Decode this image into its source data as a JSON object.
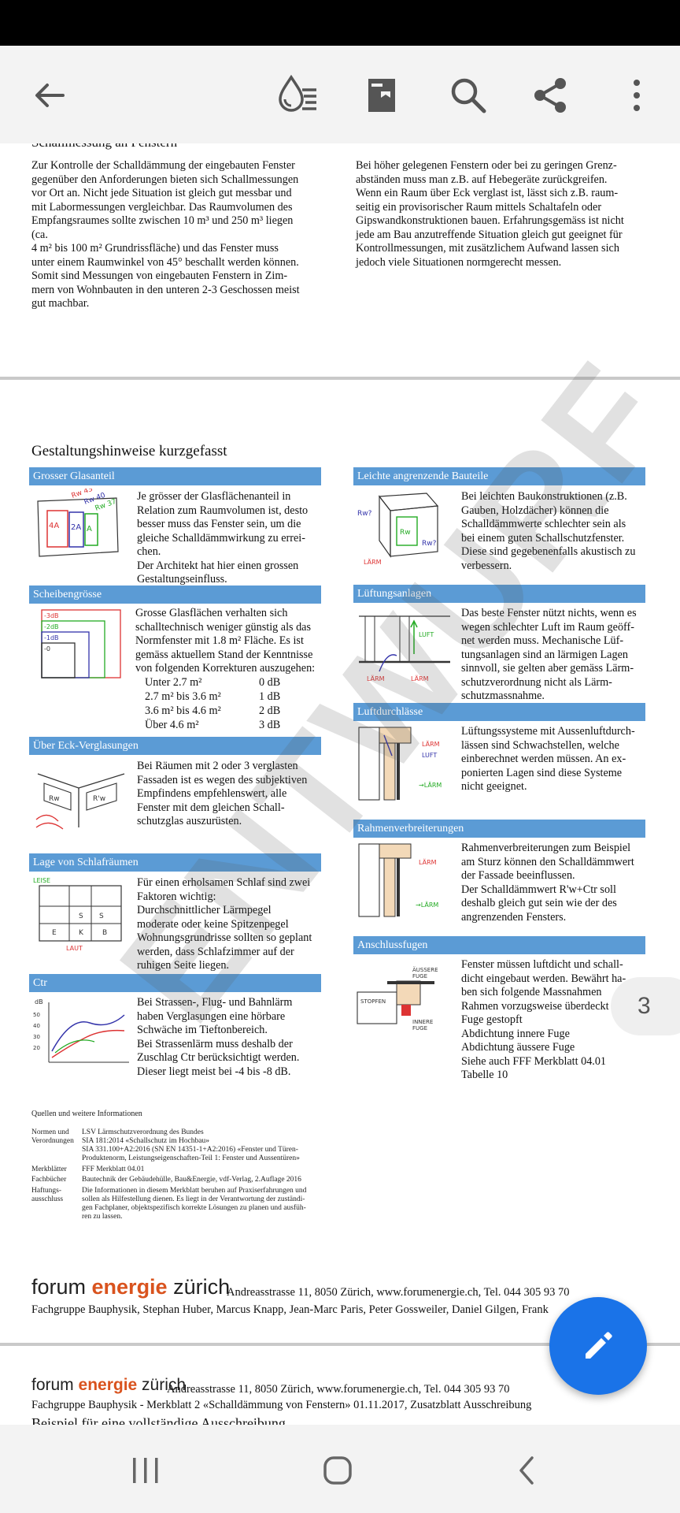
{
  "toolbar": {
    "back_icon": "arrow-left-icon",
    "reading_mode_icon": "text-reflow-icon",
    "bookmark_icon": "bookmark-page-icon",
    "search_icon": "search-icon",
    "share_icon": "share-icon",
    "more_icon": "more-vertical-icon"
  },
  "page_top": {
    "cut_heading": "Schallmessung an Fenstern",
    "left_text": "Zur Kontrolle der Schalldämmung der eingebauten Fenster\ngegenüber den Anforderungen bieten sich Schallmessungen\nvor Ort an. Nicht jede Situation ist gleich gut messbar und\nmit Labormessungen vergleichbar. Das Raumvolumen des\nEmpfangsraumes sollte zwischen 10 m³ und 250 m³ liegen\n(ca.\n4 m² bis 100 m² Grundrissfläche) und das Fenster muss\nunter einem Raumwinkel von 45° beschallt werden können.\nSomit sind Messungen von eingebauten Fenstern in Zim-\nmern von Wohnbauten in den unteren 2-3 Geschossen meist\ngut machbar.",
    "right_text": "Bei höher gelegenen Fenstern oder bei zu geringen Grenz-\nabständen muss man z.B. auf Hebegeräte zurückgreifen.\nWenn ein Raum über Eck verglast ist, lässt sich z.B. raum-\nseitig ein provisorischer Raum mittels Schaltafeln oder\nGipswandkonstruktionen bauen. Erfahrungsgemäss ist nicht\njede am Bau anzutreffende Situation gleich gut geeignet für\nKontrollmessungen, mit zusätzlichem Aufwand lassen sich\njedoch viele Situationen normgerecht messen."
  },
  "page_main": {
    "title": "Gestaltungshinweise kurzgefasst",
    "watermark": "ENTWURF",
    "left_sections": [
      {
        "header": "Grosser Glasanteil",
        "text": "Je grösser der Glasflächenanteil in\nRelation zum Raumvolumen ist, desto\nbesser muss das Fenster sein, um die\ngleiche Schalldämmwirkung zu errei-\nchen.\nDer Architekt hat hier einen grossen\nGestaltungseinfluss."
      },
      {
        "header": "Scheibengrösse",
        "text": "Grosse Glasflächen verhalten sich\nschalltechnisch weniger günstig als das\nNormfenster mit 1.8 m² Fläche. Es ist\ngemäss aktuellem Stand der Kenntnisse\nvon folgenden Korrekturen auszugehen:"
      },
      {
        "header": "Über Eck-Verglasungen",
        "text": "Bei Räumen mit 2 oder 3 verglasten\nFassaden ist es wegen des subjektiven\nEmpfindens empfehlenswert, alle\nFenster mit dem gleichen Schall-\nschutzglas auszurüsten."
      },
      {
        "header": "Lage von Schlafräumen",
        "text": "Für einen erholsamen Schlaf sind zwei\nFaktoren wichtig:\n   Durchschnittlicher Lärmpegel\n   moderate oder keine Spitzenpegel\nWohnungsgrundrisse sollten so geplant\nwerden, dass Schlafzimmer auf der\nruhigen Seite liegen."
      },
      {
        "header": "Ctr",
        "text": "Bei Strassen-, Flug- und Bahnlärm\nhaben Verglasungen eine hörbare\nSchwäche im Tieftonbereich.\nBei Strassenlärm muss deshalb der\nZuschlag Ctr berücksichtigt werden.\nDieser liegt meist bei -4 bis -8 dB."
      }
    ],
    "correction_table": [
      {
        "range": "Unter 2.7 m²",
        "value": "0 dB"
      },
      {
        "range": "2.7 m² bis 3.6 m²",
        "value": "1 dB"
      },
      {
        "range": "3.6 m² bis 4.6 m²",
        "value": "2 dB"
      },
      {
        "range": "Über 4.6 m²",
        "value": "3 dB"
      }
    ],
    "right_sections": [
      {
        "header": "Leichte angrenzende Bauteile",
        "text": "Bei leichten Baukonstruktionen (z.B.\nGauben, Holzdächer) können die\nSchalldämmwerte schlechter sein als\nbei einem guten Schallschutzfenster.\nDiese sind gegebenenfalls akustisch zu\nverbessern."
      },
      {
        "header": "Lüftungsanlagen",
        "text": "Das beste Fenster nützt nichts, wenn es\nwegen schlechter Luft im Raum geöff-\nnet werden muss. Mechanische Lüf-\ntungsanlagen sind an lärmigen Lagen\nsinnvoll, sie gelten aber gemäss Lärm-\nschutzverordnung nicht als Lärm-\nschutzmassnahme."
      },
      {
        "header": "Luftdurchlässe",
        "text": "Lüftungssysteme mit Aussenluftdurch-\nlässen sind Schwachstellen, welche\neinberechnet werden müssen. An ex-\nponierten Lagen sind diese Systeme\nnicht geeignet."
      },
      {
        "header": "Rahmenverbreiterungen",
        "text": "Rahmenverbreiterungen zum Beispiel\nam Sturz können den Schalldämmwert\nder Fassade beeinflussen.\nDer Schalldämmwert R'w+Ctr soll\ndeshalb gleich gut sein wie der des\nangrenzenden Fensters."
      },
      {
        "header": "Anschlussfugen",
        "text": "Fenster müssen luftdicht und schall-\ndicht eingebaut werden. Bewährt ha-\nben sich folgende Massnahmen\n   Rahmen vorzugsweise überdeckt\n   Fuge gestopft\n   Abdichtung innere Fuge\n   Abdichtung äussere Fuge\nSiehe auch FFF Merkblatt 04.01\nTabelle 10"
      }
    ],
    "sources_title": "Quellen und weitere Informationen",
    "sources": [
      {
        "label": "Normen und\nVerordnungen",
        "text": "LSV Lärmschutzverordnung des Bundes\nSIA 181:2014 «Schallschutz im Hochbau»\nSIA 331.100+A2:2016 (SN EN 14351-1+A2:2016) «Fenster und Türen-\nProduktenorm, Leistungseigenschaften-Teil 1: Fenster und Aussentüren»"
      },
      {
        "label": "Merkblätter",
        "text": "FFF Merkblatt 04.01"
      },
      {
        "label": "Fachbücher",
        "text": "Bautechnik der Gebäudehülle, Bau&Energie, vdf-Verlag, 2.Auflage 2016"
      },
      {
        "label": "Haftungs-\nausschluss",
        "text": "Die Informationen in diesem Merkblatt beruhen auf Praxiserfahrungen und\nsollen als Hilfestellung dienen. Es liegt in der Verantwortung der zuständi-\ngen Fachplaner, objektspezifisch korrekte Lösungen zu planen und ausfüh-\nren zu lassen."
      }
    ],
    "footer_logo": {
      "a": "forum ",
      "b": "energie",
      "c": " zürich"
    },
    "footer_address": "Andreasstrasse 11, 8050 Zürich, www.forumenergie.ch, Tel. 044 305 93 70",
    "footer_authors": "Fachgruppe Bauphysik, Stephan Huber, Marcus Knapp, Jean-Marc Paris, Peter Gossweiler, Daniel Gilgen, Frank"
  },
  "page_next": {
    "logo": {
      "a": "forum ",
      "b": "energie",
      "c": " zürich"
    },
    "address": "Andreasstrasse 11, 8050 Zürich, www.forumenergie.ch, Tel. 044 305 93 70",
    "subtitle": "Fachgruppe Bauphysik - Merkblatt 2 «Schalldämmung von Fenstern» 01.11.2017, Zusatzblatt Ausschreibung",
    "cut_heading": "Beispiel für eine vollständige Ausschreibung"
  },
  "page_indicator": "3",
  "fab": {
    "icon": "pencil-edit-icon"
  },
  "navbar": {
    "recents_icon": "recents-icon",
    "home_icon": "home-icon",
    "back_icon": "back-chevron-icon"
  },
  "colors": {
    "section_header": "#5b9bd5",
    "fab": "#1a73e8",
    "logo_accent": "#d9531e"
  }
}
